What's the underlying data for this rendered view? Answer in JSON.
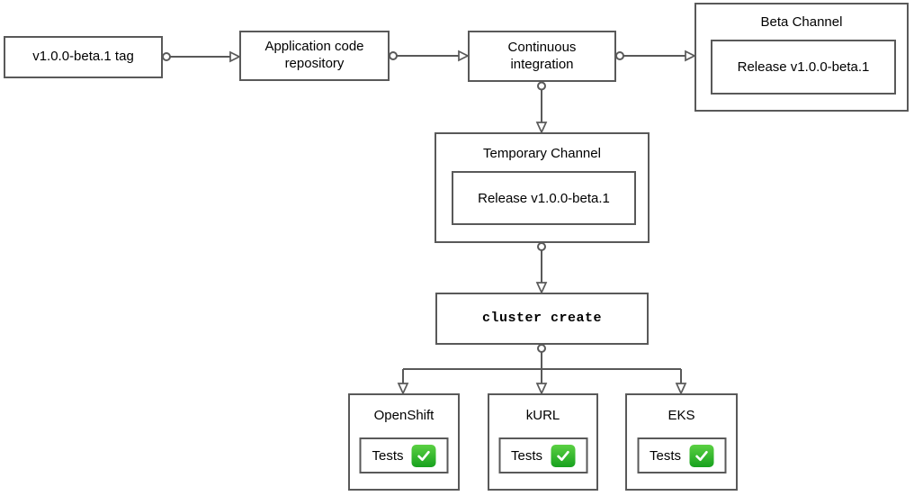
{
  "diagram": {
    "nodes": {
      "tag": {
        "label": "v1.0.0-beta.1 tag"
      },
      "repo": {
        "label": "Application code repository"
      },
      "ci": {
        "label": "Continuous integration"
      },
      "beta_channel": {
        "title": "Beta Channel",
        "release_label": "Release v1.0.0-beta.1"
      },
      "temporary_channel": {
        "title": "Temporary Channel",
        "release_label": "Release v1.0.0-beta.1"
      },
      "cluster_create": {
        "label": "cluster create"
      },
      "clusters": [
        {
          "title": "OpenShift",
          "tests_label": "Tests"
        },
        {
          "title": "kURL",
          "tests_label": "Tests"
        },
        {
          "title": "EKS",
          "tests_label": "Tests"
        }
      ]
    },
    "icons": {
      "tests_status": "check-mark-button",
      "arrow_end": "open-triangle-arrowhead",
      "arrow_start": "small-circle-connector"
    },
    "colors": {
      "stroke": "#595959",
      "text": "#000000",
      "node_fill": "#ffffff",
      "background": "#ffffff",
      "check_green_top": "#5bd143",
      "check_green_bottom": "#17a11e"
    }
  }
}
